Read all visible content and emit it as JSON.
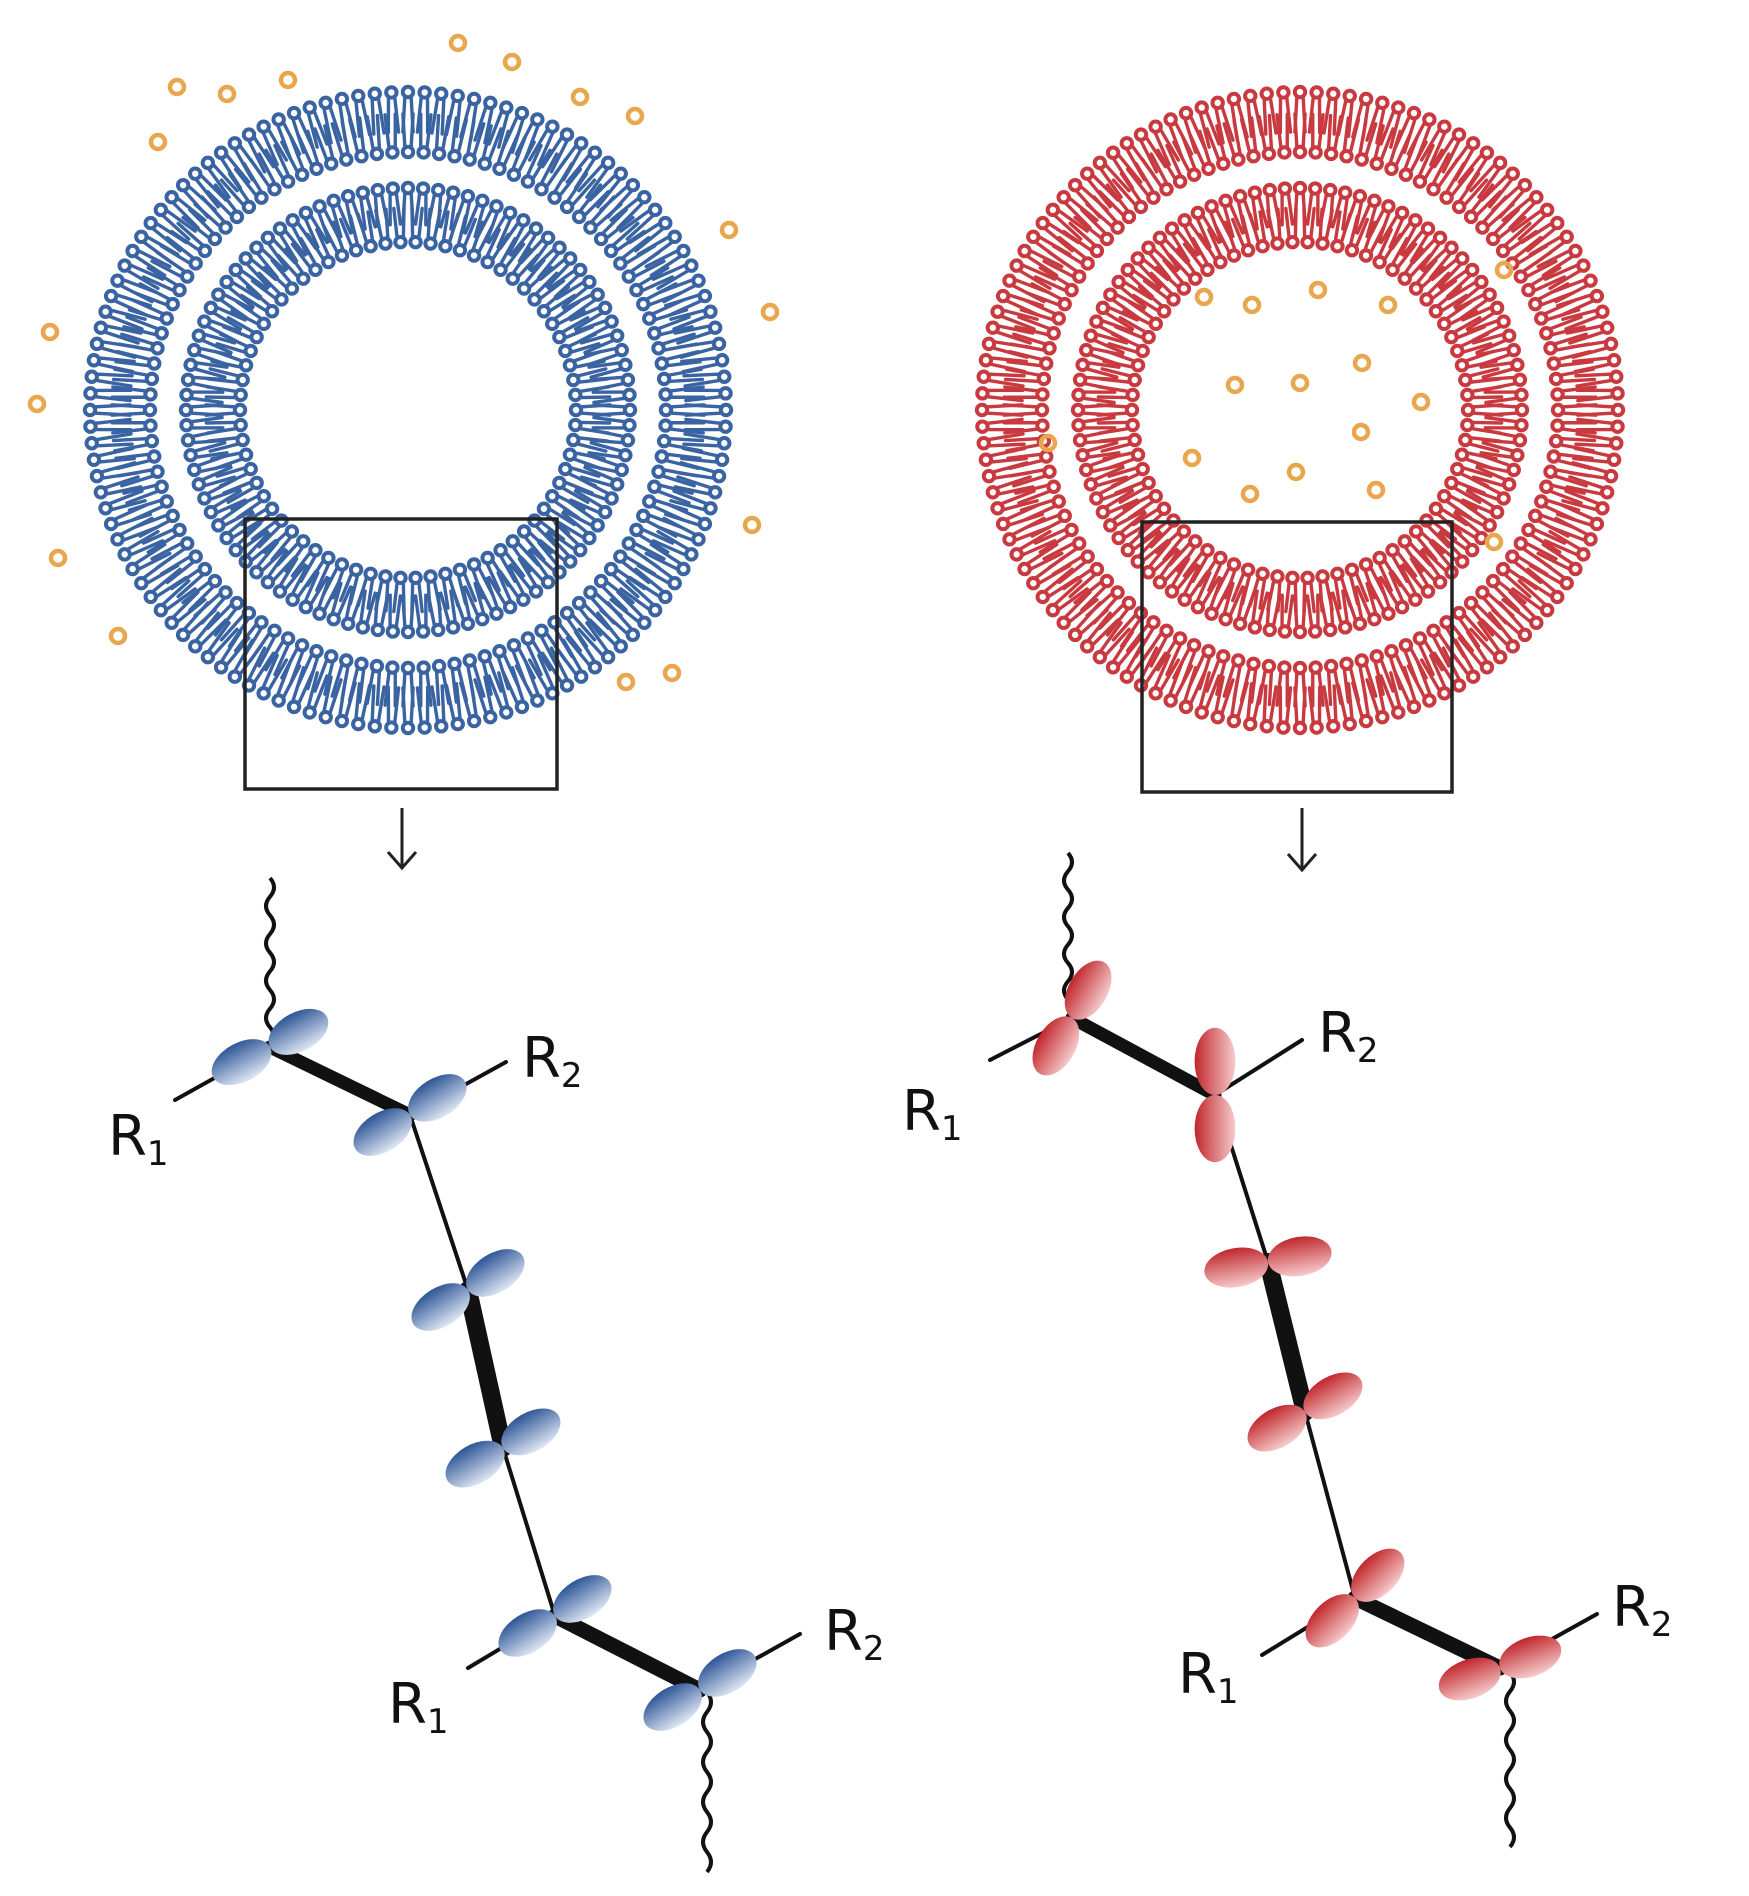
{
  "colors": {
    "blue": "#3a63a2",
    "blue_light": "#d6e0f0",
    "red": "#c83a3f",
    "red_light": "#f5c9c9",
    "molecule_dots": "#e8a64e",
    "ink": "#111111"
  },
  "panels": [
    {
      "id": "left",
      "color": "blue",
      "molecules_location": "outside",
      "labels": {
        "r1_top": "R",
        "r1_top_sub": "1",
        "r2_top": "R",
        "r2_top_sub": "2",
        "r1_bottom": "R",
        "r1_bottom_sub": "1",
        "r2_bottom": "R",
        "r2_bottom_sub": "2"
      }
    },
    {
      "id": "right",
      "color": "red",
      "molecules_location": "inside",
      "labels": {
        "r1_top": "R",
        "r1_top_sub": "1",
        "r2_top": "R",
        "r2_top_sub": "2",
        "r1_bottom": "R",
        "r1_bottom_sub": "1",
        "r2_bottom": "R",
        "r2_bottom_sub": "2"
      }
    }
  ]
}
